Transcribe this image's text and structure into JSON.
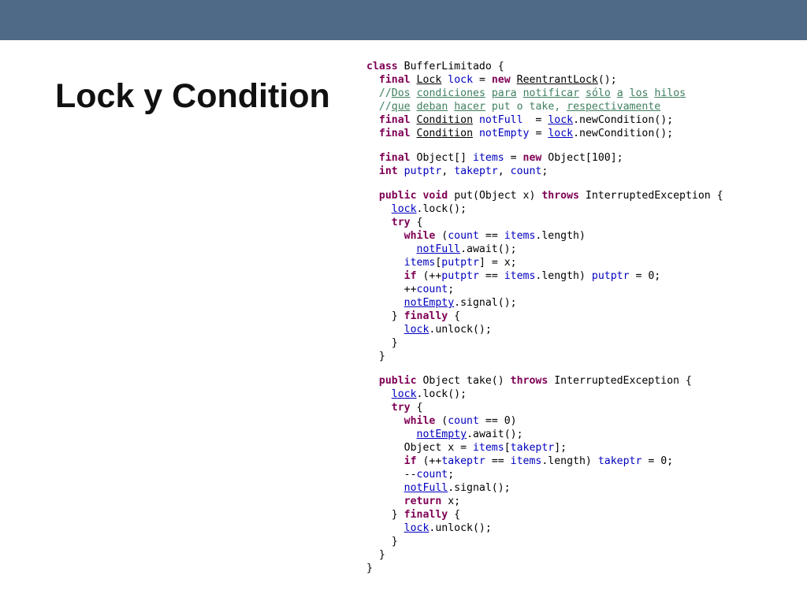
{
  "slide": {
    "title": "Lock y Condition"
  },
  "code": {
    "lines": [
      [
        [
          "class",
          "kw"
        ],
        [
          " BufferLimitado {",
          ""
        ]
      ],
      [
        [
          "  ",
          ""
        ],
        [
          "final",
          "kw"
        ],
        [
          " ",
          ""
        ],
        [
          "Lock",
          "u"
        ],
        [
          " ",
          ""
        ],
        [
          "lock",
          "id"
        ],
        [
          " = ",
          ""
        ],
        [
          "new",
          "kw"
        ],
        [
          " ",
          ""
        ],
        [
          "ReentrantLock",
          "u"
        ],
        [
          "();",
          ""
        ]
      ],
      [
        [
          "  ",
          ""
        ],
        [
          "//",
          "cm"
        ],
        [
          "Dos",
          "cm u"
        ],
        [
          " ",
          "cm"
        ],
        [
          "condiciones",
          "cm u"
        ],
        [
          " ",
          "cm"
        ],
        [
          "para",
          "cm u"
        ],
        [
          " ",
          "cm"
        ],
        [
          "notificar",
          "cm u"
        ],
        [
          " ",
          "cm"
        ],
        [
          "sólo",
          "cm u"
        ],
        [
          " ",
          "cm"
        ],
        [
          "a",
          "cm u"
        ],
        [
          " ",
          "cm"
        ],
        [
          "los",
          "cm u"
        ],
        [
          " ",
          "cm"
        ],
        [
          "hilos",
          "cm u"
        ]
      ],
      [
        [
          "  ",
          ""
        ],
        [
          "//",
          "cm"
        ],
        [
          "que",
          "cm u"
        ],
        [
          " ",
          "cm"
        ],
        [
          "deban",
          "cm u"
        ],
        [
          " ",
          "cm"
        ],
        [
          "hacer",
          "cm u"
        ],
        [
          " put o take, ",
          "cm"
        ],
        [
          "respectivamente",
          "cm u"
        ]
      ],
      [
        [
          "  ",
          ""
        ],
        [
          "final",
          "kw"
        ],
        [
          " ",
          ""
        ],
        [
          "Condition",
          "u"
        ],
        [
          " ",
          ""
        ],
        [
          "notFull",
          "id"
        ],
        [
          "  = ",
          ""
        ],
        [
          "lock",
          "id u"
        ],
        [
          ".newCondition();",
          ""
        ]
      ],
      [
        [
          "  ",
          ""
        ],
        [
          "final",
          "kw"
        ],
        [
          " ",
          ""
        ],
        [
          "Condition",
          "u"
        ],
        [
          " ",
          ""
        ],
        [
          "notEmpty",
          "id"
        ],
        [
          " = ",
          ""
        ],
        [
          "lock",
          "id u"
        ],
        [
          ".newCondition();",
          ""
        ]
      ],
      [],
      [
        [
          "  ",
          ""
        ],
        [
          "final",
          "kw"
        ],
        [
          " Object[] ",
          ""
        ],
        [
          "items",
          "id"
        ],
        [
          " = ",
          ""
        ],
        [
          "new",
          "kw"
        ],
        [
          " Object[100];",
          ""
        ]
      ],
      [
        [
          "  ",
          ""
        ],
        [
          "int",
          "kw"
        ],
        [
          " ",
          ""
        ],
        [
          "putptr",
          "id"
        ],
        [
          ", ",
          ""
        ],
        [
          "takeptr",
          "id"
        ],
        [
          ", ",
          ""
        ],
        [
          "count",
          "id"
        ],
        [
          ";",
          ""
        ]
      ],
      [],
      [
        [
          "  ",
          ""
        ],
        [
          "public",
          "kw"
        ],
        [
          " ",
          ""
        ],
        [
          "void",
          "kw"
        ],
        [
          " put(Object x) ",
          ""
        ],
        [
          "throws",
          "kw"
        ],
        [
          " InterruptedException {",
          ""
        ]
      ],
      [
        [
          "    ",
          ""
        ],
        [
          "lock",
          "id u"
        ],
        [
          ".lock();",
          ""
        ]
      ],
      [
        [
          "    ",
          ""
        ],
        [
          "try",
          "kw"
        ],
        [
          " {",
          ""
        ]
      ],
      [
        [
          "      ",
          ""
        ],
        [
          "while",
          "kw"
        ],
        [
          " (",
          ""
        ],
        [
          "count",
          "id"
        ],
        [
          " == ",
          ""
        ],
        [
          "items",
          "id"
        ],
        [
          ".length)",
          ""
        ]
      ],
      [
        [
          "        ",
          ""
        ],
        [
          "notFull",
          "id u"
        ],
        [
          ".await();",
          ""
        ]
      ],
      [
        [
          "      ",
          ""
        ],
        [
          "items",
          "id"
        ],
        [
          "[",
          ""
        ],
        [
          "putptr",
          "id"
        ],
        [
          "] = x;",
          ""
        ]
      ],
      [
        [
          "      ",
          ""
        ],
        [
          "if",
          "kw"
        ],
        [
          " (++",
          ""
        ],
        [
          "putptr",
          "id"
        ],
        [
          " == ",
          ""
        ],
        [
          "items",
          "id"
        ],
        [
          ".length) ",
          ""
        ],
        [
          "putptr",
          "id"
        ],
        [
          " = 0;",
          ""
        ]
      ],
      [
        [
          "      ++",
          ""
        ],
        [
          "count",
          "id"
        ],
        [
          ";",
          ""
        ]
      ],
      [
        [
          "      ",
          ""
        ],
        [
          "notEmpty",
          "id u"
        ],
        [
          ".signal();",
          ""
        ]
      ],
      [
        [
          "    } ",
          ""
        ],
        [
          "finally",
          "kw"
        ],
        [
          " {",
          ""
        ]
      ],
      [
        [
          "      ",
          ""
        ],
        [
          "lock",
          "id u"
        ],
        [
          ".unlock();",
          ""
        ]
      ],
      [
        [
          "    }",
          ""
        ]
      ],
      [
        [
          "  }",
          ""
        ]
      ],
      [],
      [
        [
          "  ",
          ""
        ],
        [
          "public",
          "kw"
        ],
        [
          " Object take() ",
          ""
        ],
        [
          "throws",
          "kw"
        ],
        [
          " InterruptedException {",
          ""
        ]
      ],
      [
        [
          "    ",
          ""
        ],
        [
          "lock",
          "id u"
        ],
        [
          ".lock();",
          ""
        ]
      ],
      [
        [
          "    ",
          ""
        ],
        [
          "try",
          "kw"
        ],
        [
          " {",
          ""
        ]
      ],
      [
        [
          "      ",
          ""
        ],
        [
          "while",
          "kw"
        ],
        [
          " (",
          ""
        ],
        [
          "count",
          "id"
        ],
        [
          " == 0)",
          ""
        ]
      ],
      [
        [
          "        ",
          ""
        ],
        [
          "notEmpty",
          "id u"
        ],
        [
          ".await();",
          ""
        ]
      ],
      [
        [
          "      Object x = ",
          ""
        ],
        [
          "items",
          "id"
        ],
        [
          "[",
          ""
        ],
        [
          "takeptr",
          "id"
        ],
        [
          "];",
          ""
        ]
      ],
      [
        [
          "      ",
          ""
        ],
        [
          "if",
          "kw"
        ],
        [
          " (++",
          ""
        ],
        [
          "takeptr",
          "id"
        ],
        [
          " == ",
          ""
        ],
        [
          "items",
          "id"
        ],
        [
          ".length) ",
          ""
        ],
        [
          "takeptr",
          "id"
        ],
        [
          " = 0;",
          ""
        ]
      ],
      [
        [
          "      --",
          ""
        ],
        [
          "count",
          "id"
        ],
        [
          ";",
          ""
        ]
      ],
      [
        [
          "      ",
          ""
        ],
        [
          "notFull",
          "id u"
        ],
        [
          ".signal();",
          ""
        ]
      ],
      [
        [
          "      ",
          ""
        ],
        [
          "return",
          "kw"
        ],
        [
          " x;",
          ""
        ]
      ],
      [
        [
          "    } ",
          ""
        ],
        [
          "finally",
          "kw"
        ],
        [
          " {",
          ""
        ]
      ],
      [
        [
          "      ",
          ""
        ],
        [
          "lock",
          "id u"
        ],
        [
          ".unlock();",
          ""
        ]
      ],
      [
        [
          "    }",
          ""
        ]
      ],
      [
        [
          "  }",
          ""
        ]
      ],
      [
        [
          "}",
          ""
        ]
      ]
    ]
  }
}
